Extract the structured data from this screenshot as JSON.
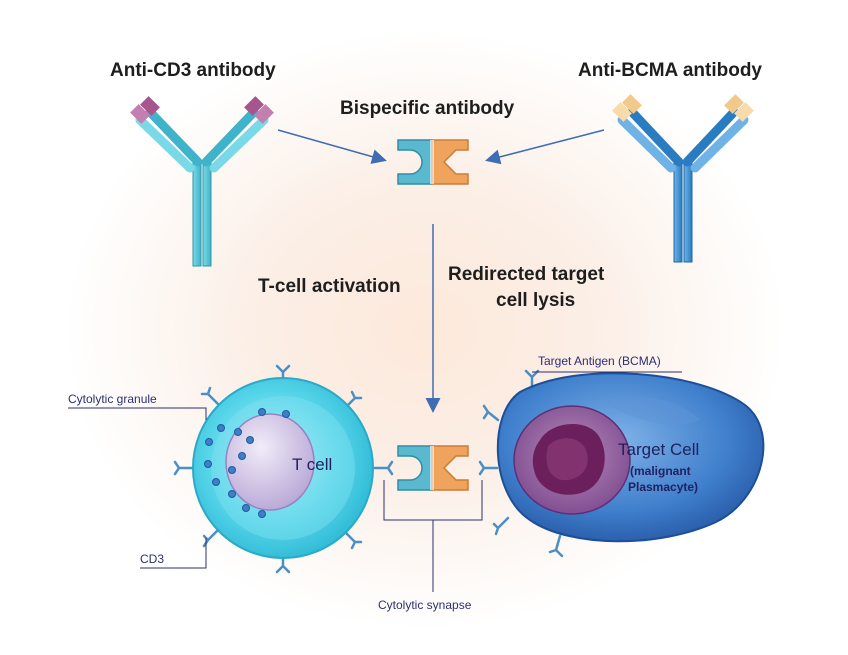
{
  "labels": {
    "anti_cd3": "Anti-CD3 antibody",
    "anti_bcma": "Anti-BCMA antibody",
    "bispecific": "Bispecific antibody",
    "tcell_activation": "T-cell activation",
    "redirected_line1": "Redirected target",
    "redirected_line2": "cell lysis",
    "cytolytic_granule": "Cytolytic granule",
    "cd3": "CD3",
    "target_antigen": "Target Antigen (BCMA)",
    "t_cell": "T cell",
    "target_cell": "Target Cell",
    "target_cell_sub1": "(malignant",
    "target_cell_sub2": "Plasmacyte)",
    "cytolytic_synapse": "Cytolytic synapse"
  },
  "colors": {
    "cd3_antibody": "#5fc8d6",
    "cd3_tip": "#a8558f",
    "bcma_antibody": "#3b8ed0",
    "bcma_tip": "#f2c98a",
    "bispecific_left": "#5ab8cf",
    "bispecific_right": "#f0a35c",
    "t_cell": "#4fd2e8",
    "target_cell": "#2f6fc2",
    "nucleus_target": "#7a2a6a",
    "arrow": "#3f6db3",
    "leader": "#2c2f75"
  }
}
